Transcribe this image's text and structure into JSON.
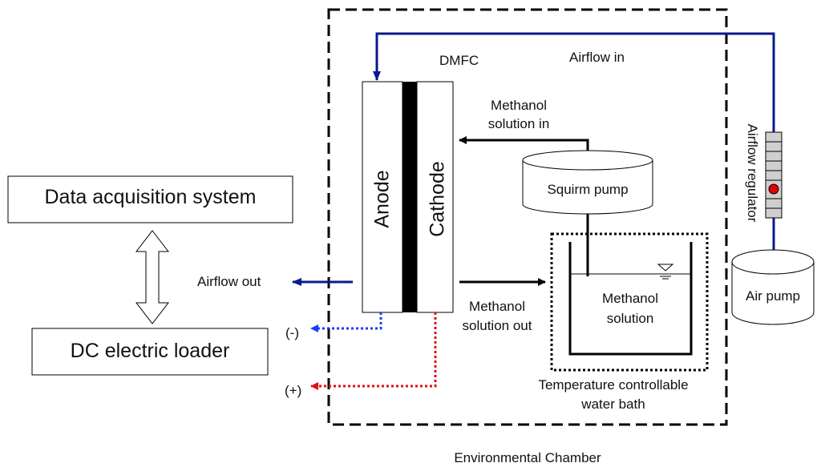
{
  "labels": {
    "data_acquisition": "Data acquisition system",
    "dc_loader": "DC electric loader",
    "airflow_out": "Airflow out",
    "minus": "(-)",
    "plus": "(+)",
    "dmfc": "DMFC",
    "airflow_in": "Airflow in",
    "anode": "Anode",
    "cathode": "Cathode",
    "methanol_in_1": "Methanol",
    "methanol_in_2": "solution in",
    "squirm_pump": "Squirm pump",
    "methanol_out_1": "Methanol",
    "methanol_out_2": "solution out",
    "methanol_solution_1": "Methanol",
    "methanol_solution_2": "solution",
    "water_bath_1": "Temperature controllable",
    "water_bath_2": "water bath",
    "airflow_regulator": "Airflow regulator",
    "air_pump": "Air pump",
    "environmental_chamber": "Environmental Chamber"
  },
  "colors": {
    "air_line": "#0a1a8c",
    "negative_line": "#1a3cff",
    "positive_line": "#e01010",
    "indicator": "#e00000",
    "regulator_fill": "#cfcfcf"
  }
}
